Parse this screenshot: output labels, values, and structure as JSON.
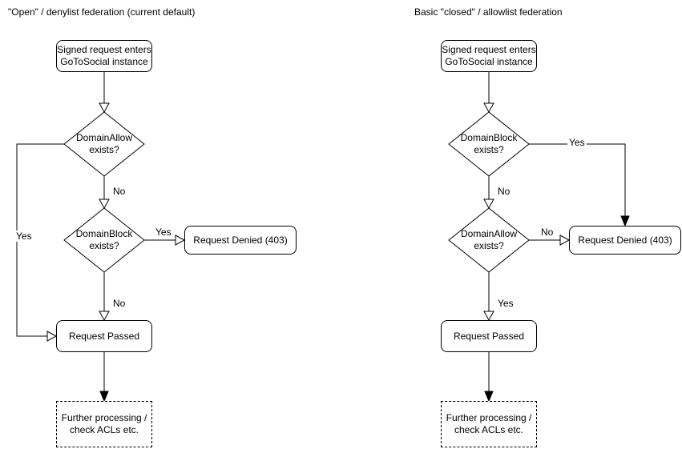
{
  "colors": {
    "stroke": "#000000",
    "node_fill": "#ffffff",
    "text": "#000000"
  },
  "diagram": {
    "left": {
      "title": "\"Open\" / denylist federation (current default)",
      "start": [
        "Signed request enters",
        "GoToSocial instance"
      ],
      "decision_allow": [
        "DomainAllow",
        "exists?"
      ],
      "decision_block": [
        "DomainBlock",
        "exists?"
      ],
      "denied": "Request Denied (403)",
      "passed": "Request Passed",
      "further": [
        "Further processing /",
        "check ACLs etc."
      ],
      "labels": {
        "allow_no": "No",
        "allow_yes": "Yes",
        "block_yes": "Yes",
        "block_no": "No"
      }
    },
    "right": {
      "title": "Basic \"closed\" / allowlist federation",
      "start": [
        "Signed request enters",
        "GoToSocial instance"
      ],
      "decision_block": [
        "DomainBlock",
        "exists?"
      ],
      "decision_allow": [
        "DomainAllow",
        "exists?"
      ],
      "denied": "Request Denied (403)",
      "passed": "Request Passed",
      "further": [
        "Further processing /",
        "check ACLs etc."
      ],
      "labels": {
        "block_yes": "Yes",
        "block_no": "No",
        "allow_no": "No",
        "allow_yes": "Yes"
      }
    }
  }
}
